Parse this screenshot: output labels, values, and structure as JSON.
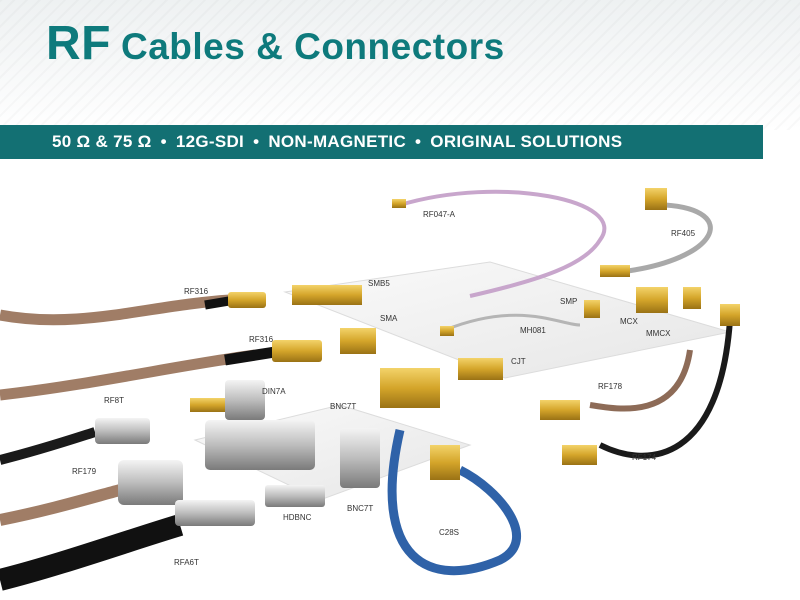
{
  "header": {
    "title_bold": "RF",
    "title_rest": "Cables & Connectors"
  },
  "banner": {
    "items": [
      "50 Ω & 75 Ω",
      "12G-SDI",
      "NON-MAGNETIC",
      "ORIGINAL SOLUTIONS"
    ],
    "separator": "•"
  },
  "labels": {
    "rf047a": "RF047-A",
    "rf405": "RF405",
    "rf316_top": "RF316",
    "smb5": "SMB5",
    "sma": "SMA",
    "smp": "SMP",
    "mcx": "MCX",
    "mmcx": "MMCX",
    "mh081": "MH081",
    "rf316_mid": "RF316",
    "cjt": "CJT",
    "din7a": "DIN7A",
    "rf8t": "RF8T",
    "bnc7t_top": "BNC7T",
    "rf178": "RF178",
    "rf179": "RF179",
    "rf174": "RF174",
    "hdbnc": "HDBNC",
    "bnc7t_bottom": "BNC7T",
    "c28s": "C28S",
    "rfa6t": "RFA6T"
  },
  "colors": {
    "teal": "#0e7a7c",
    "banner": "#137073",
    "gold": "#d4a52a",
    "brown_cable": "#a07d66",
    "blue_cable": "#2f62a8",
    "purple_cable": "#c8a6cc"
  }
}
